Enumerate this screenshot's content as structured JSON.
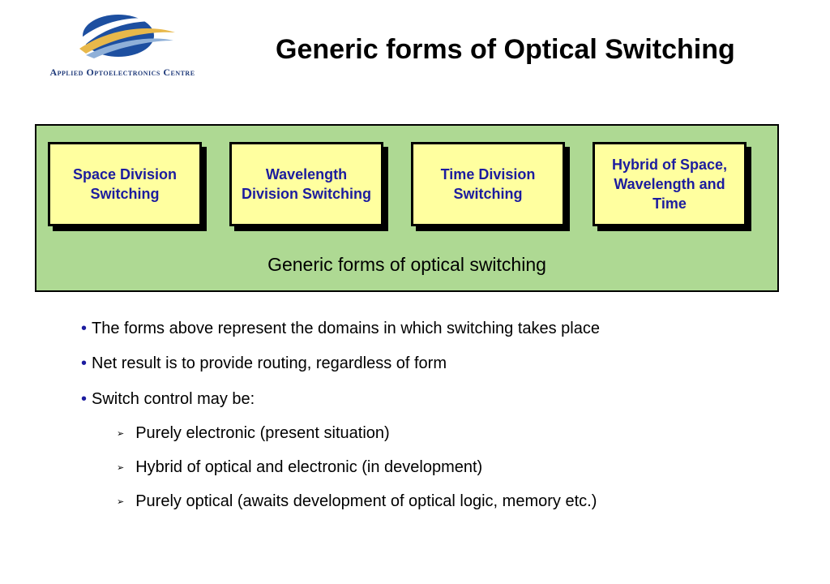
{
  "logo": {
    "text": "Applied Optoelectronics Centre"
  },
  "title": "Generic forms of Optical Switching",
  "diagram": {
    "boxes": [
      "Space Division Switching",
      "Wavelength Division Switching",
      "Time Division Switching",
      "Hybrid of Space, Wavelength and Time"
    ],
    "caption": "Generic forms of optical switching"
  },
  "bullets": [
    "The forms above represent the domains in which switching takes place",
    "Net result is to provide routing, regardless of form",
    "Switch control may be:"
  ],
  "sub_bullets": [
    "Purely electronic  (present situation)",
    "Hybrid of optical and electronic (in development)",
    "Purely optical (awaits development of optical logic, memory etc.)"
  ],
  "colors": {
    "box_fill": "#ffff9f",
    "panel_fill": "#aed993",
    "box_text": "#1c1c9f"
  }
}
